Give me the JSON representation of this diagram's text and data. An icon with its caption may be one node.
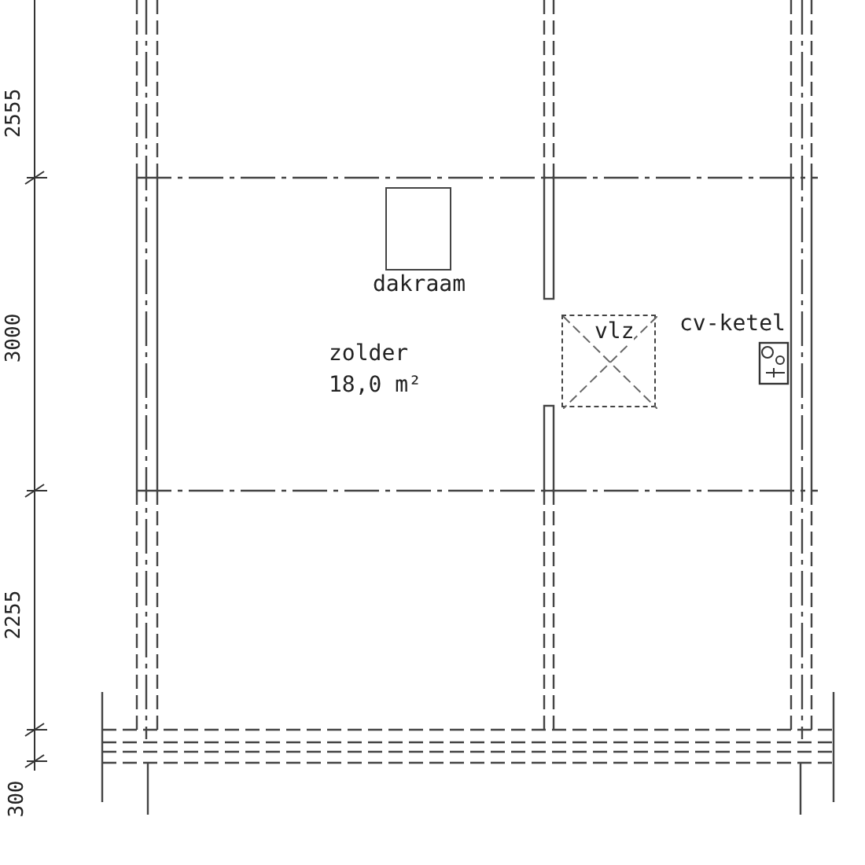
{
  "diagram": {
    "nodes": [
      {
        "text": [
          "dakraam"
        ]
      },
      {
        "text": [
          "vlz"
        ]
      },
      {
        "text": [
          "cv-ketel"
        ]
      }
    ],
    "labels": [
      "2555",
      "3000",
      "zolder",
      "18,0 m²",
      "2255",
      "300"
    ]
  }
}
